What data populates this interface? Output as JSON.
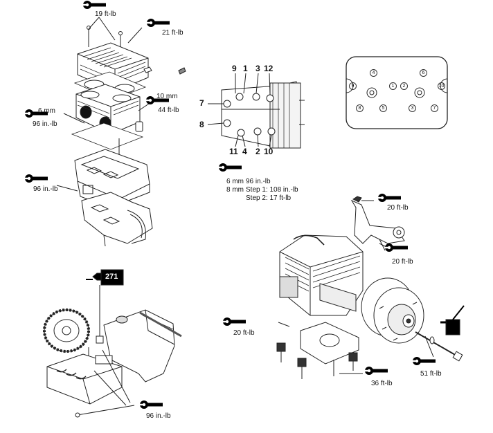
{
  "torque_labels": {
    "head_top": "19 ft-lb",
    "head_right": "21 ft-lb",
    "cyl_left_size": "6 mm",
    "cyl_left_val": "96 in.-lb",
    "cyl_right_size": "10 mm",
    "cyl_right_val": "44 ft-lb",
    "crank_left": "96 in.-lb",
    "mount_top": "20 ft-lb",
    "mount_mid": "20 ft-lb",
    "mount_left": "20 ft-lb",
    "mount_bottom": "36 ft-lb",
    "clutch_bolt": "51 ft-lb",
    "exhaust": "96 in.-lb"
  },
  "sequence": {
    "top": [
      "9",
      "1",
      "3",
      "12"
    ],
    "bottom": [
      "11",
      "4",
      "2",
      "10"
    ],
    "left": [
      "7",
      "8"
    ]
  },
  "head_pattern": [
    "4",
    "6",
    "9",
    "1",
    "2",
    "10",
    "8",
    "5",
    "3",
    "7"
  ],
  "spec": {
    "row1_size": "6 mm",
    "row1_val": "96 in.-lb",
    "row2_size": "8 mm",
    "row2_val": "Step 1: 108 in.-lb",
    "row3_val": "Step 2: 17 ft-lb"
  },
  "loctite": "271"
}
